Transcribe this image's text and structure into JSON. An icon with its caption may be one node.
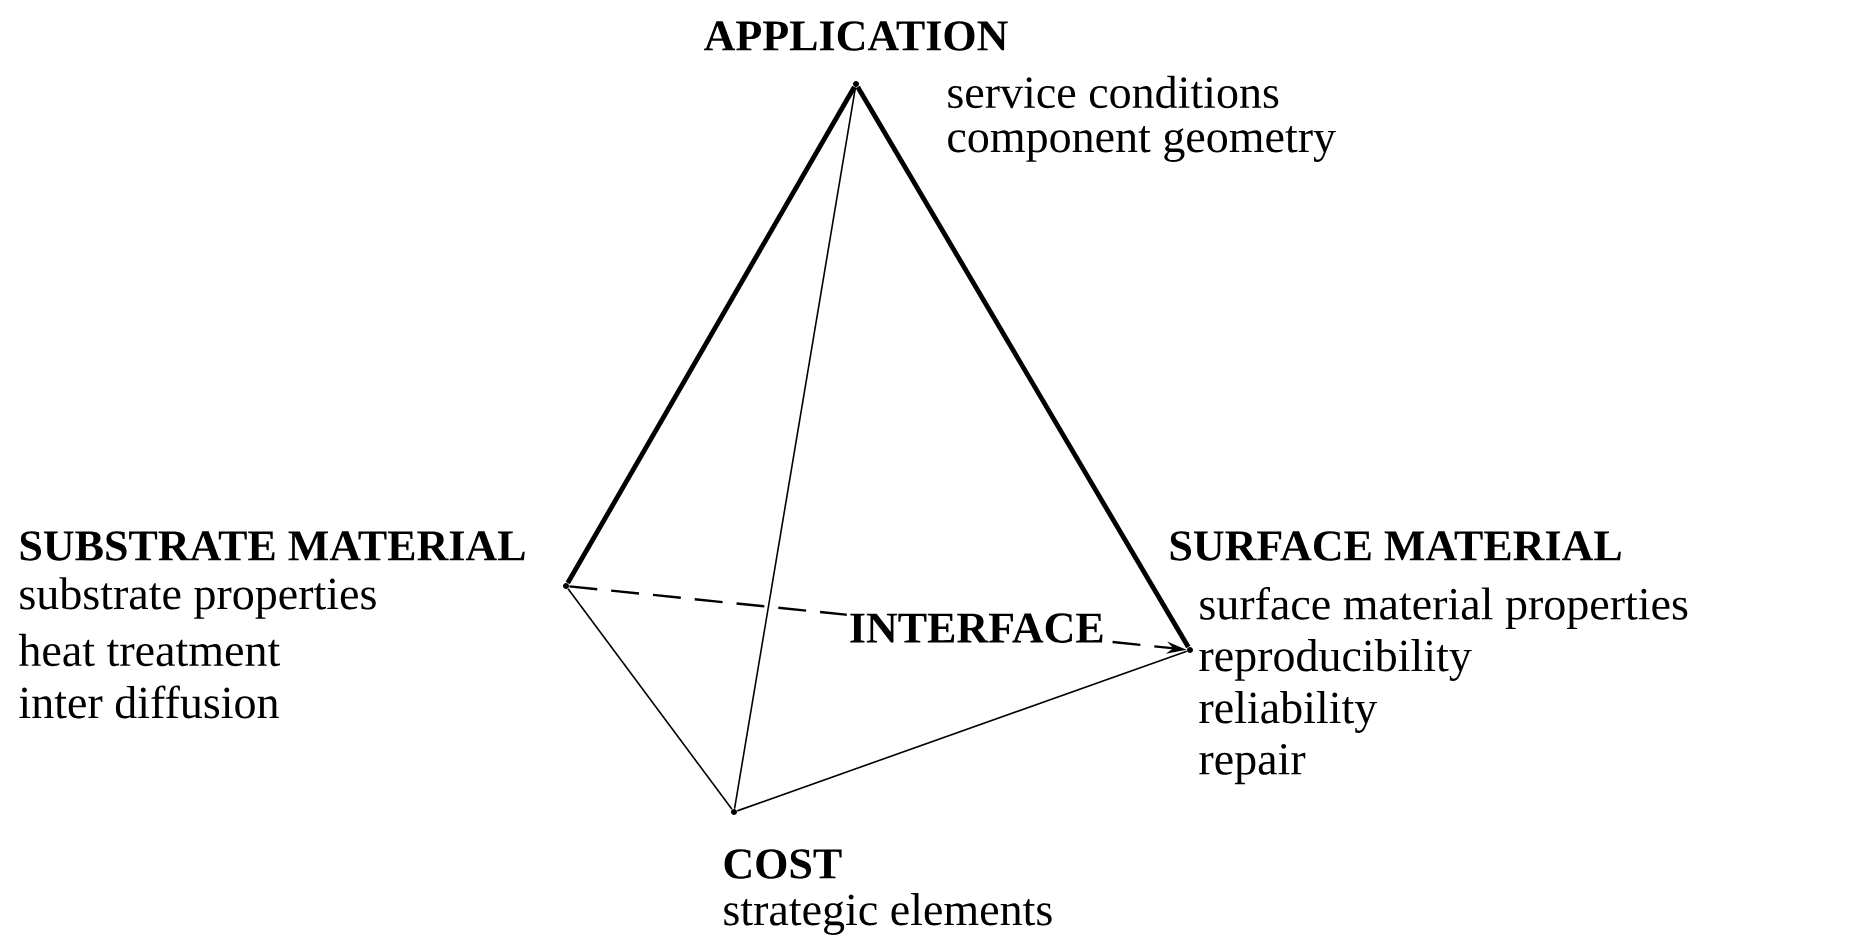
{
  "diagram": {
    "nodes": [
      {
        "text": [
          "APPLICATION",
          "service conditions",
          "component geometry"
        ]
      },
      {
        "text": [
          "SUBSTRATE MATERIAL",
          "substrate properties",
          "heat treatment",
          "inter diffusion"
        ]
      },
      {
        "text": [
          "SURFACE MATERIAL",
          "surface material properties",
          "reproducibility",
          "reliability",
          "repair"
        ]
      },
      {
        "text": [
          "COST",
          "strategic elements"
        ]
      }
    ],
    "edges": [
      {
        "from": 0,
        "to": 1,
        "arrow": "none",
        "style": "thick"
      },
      {
        "from": 0,
        "to": 2,
        "arrow": "none",
        "style": "thick"
      },
      {
        "from": 0,
        "to": 3,
        "arrow": "none"
      },
      {
        "from": 1,
        "to": 3,
        "arrow": "none"
      },
      {
        "from": 3,
        "to": 2,
        "arrow": "none"
      },
      {
        "from": 1,
        "to": 2,
        "arrow": "to",
        "style": "dashed",
        "label": "INTERFACE"
      }
    ]
  }
}
